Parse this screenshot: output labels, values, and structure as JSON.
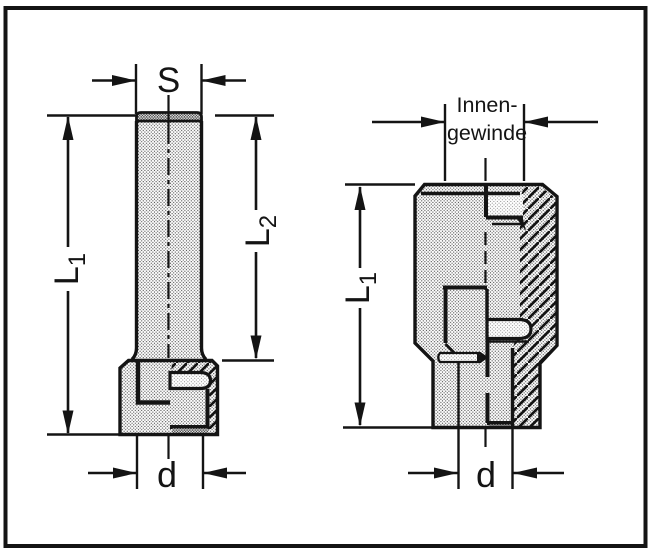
{
  "drawing": {
    "paper_color": "#ffffff",
    "ink_color": "#141414",
    "left_view": {
      "dim_s": "S",
      "dim_l1_main": "L",
      "dim_l1_sub": "1",
      "dim_l2_main": "L",
      "dim_l2_sub": "2",
      "dim_d": "d"
    },
    "right_view": {
      "thread_label_line1": "Innen-",
      "thread_label_line2": "gewinde",
      "dim_l1_main": "L",
      "dim_l1_sub": "1",
      "dim_d": "d"
    }
  }
}
